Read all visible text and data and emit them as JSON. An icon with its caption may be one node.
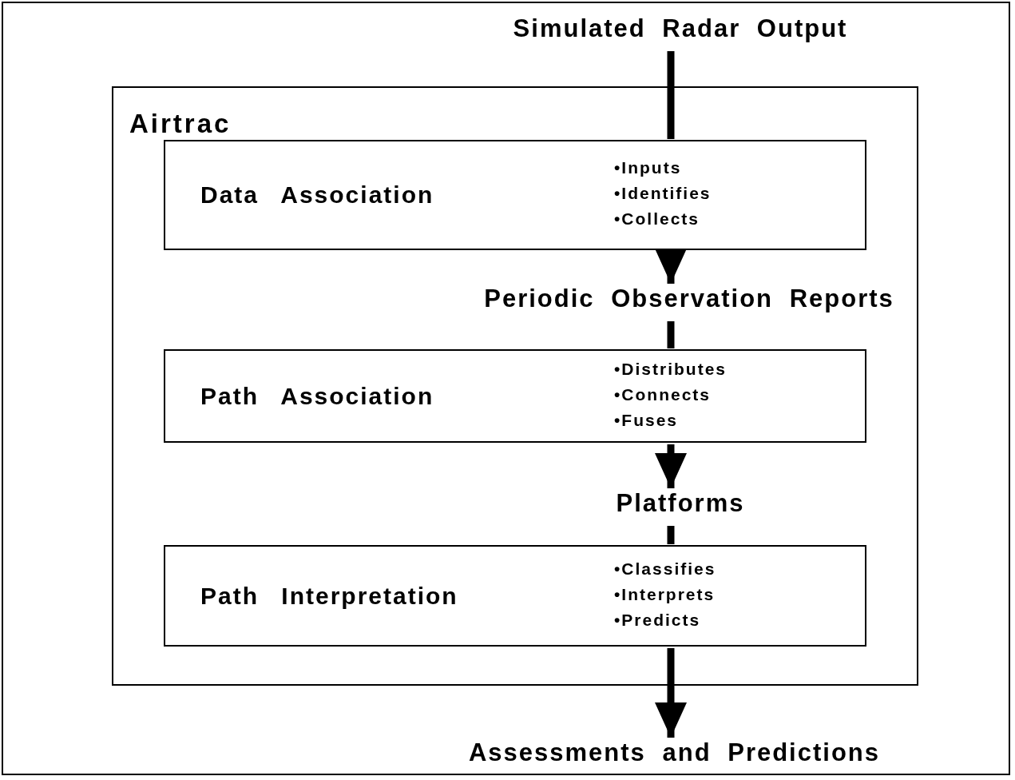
{
  "diagram": {
    "nodes": [
      {
        "text": [
          "Simulated Radar Output"
        ]
      },
      {
        "text": [
          "Airtrac"
        ]
      },
      {
        "text": [
          "Data Association",
          "•Inputs",
          "•Identifies",
          "•Collects"
        ],
        "in": 1
      },
      {
        "text": [
          "Periodic Observation Reports"
        ],
        "in": 1
      },
      {
        "text": [
          "Path Association",
          "•Distributes",
          "•Connects",
          "•Fuses"
        ],
        "in": 1
      },
      {
        "text": [
          "Platforms"
        ],
        "in": 1
      },
      {
        "text": [
          "Path Interpretation",
          "•Classifies",
          "•Interprets",
          "•Predicts"
        ],
        "in": 1
      },
      {
        "text": [
          "Assessments and Predictions"
        ]
      }
    ],
    "edges": [
      {
        "from": 0,
        "to": 2,
        "arrow": "none"
      },
      {
        "from": 2,
        "to": 3,
        "arrow": "to"
      },
      {
        "from": 3,
        "to": 4,
        "arrow": "none"
      },
      {
        "from": 4,
        "to": 5,
        "arrow": "to"
      },
      {
        "from": 5,
        "to": 6,
        "arrow": "none"
      },
      {
        "from": 6,
        "to": 7,
        "arrow": "to"
      }
    ]
  }
}
